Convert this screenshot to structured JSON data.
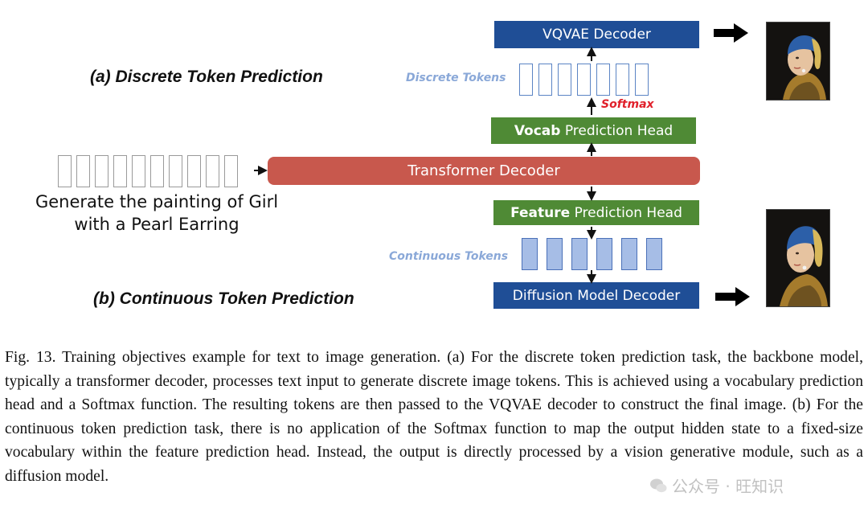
{
  "diagram": {
    "heading_a": "(a) Discrete Token Prediction",
    "heading_b": "(b) Continuous Token Prediction",
    "vqvae_decoder": "VQVAE Decoder",
    "discrete_tokens_label": "Discrete Tokens",
    "softmax_label": "Softmax",
    "vocab_head_bold": "Vocab",
    "vocab_head_rest": " Prediction Head",
    "transformer_decoder": "Transformer Decoder",
    "feature_head_bold": "Feature",
    "feature_head_rest": " Prediction Head",
    "continuous_tokens_label": "Continuous Tokens",
    "diffusion_decoder": "Diffusion Model Decoder",
    "prompt_line1": "Generate the painting of Girl",
    "prompt_line2": "with a Pearl Earring"
  },
  "caption": {
    "text": "Fig. 13.  Training objectives example for text to image generation. (a) For the discrete token prediction task, the backbone model, typically a transformer decoder, processes text input to generate discrete image tokens. This is achieved using a vocabulary prediction head and a Softmax function. The resulting tokens are then passed to the VQVAE decoder to construct the final image. (b) For the continuous token prediction task, there is no application of the Softmax function to map the output hidden state to a fixed-size vocabulary within the feature prediction head. Instead, the output is directly processed by a vision generative module, such as a diffusion model."
  },
  "watermark": {
    "text": "公众号 · 旺知识"
  },
  "colors": {
    "navy": "#1f4e96",
    "green": "#4f8a35",
    "red": "#c8584d",
    "token_label": "#8aa8d8",
    "softmax": "#e0202a"
  }
}
